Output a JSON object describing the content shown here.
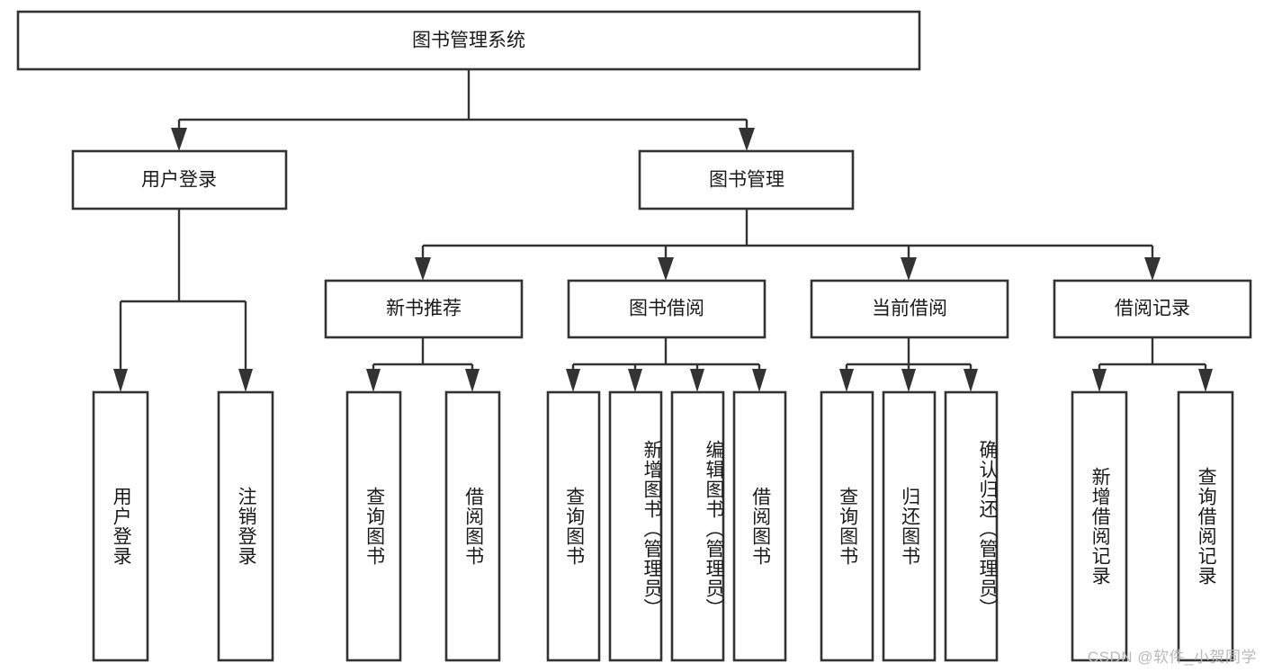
{
  "diagram": {
    "type": "tree-hierarchy",
    "title": "图书管理系统",
    "watermark": "CSDN @软件_小贺同学",
    "colors": {
      "box_stroke": "#333333",
      "box_fill": "#ffffff",
      "text": "#1a1a1a",
      "connector": "#333333",
      "watermark": "#b9b9b9",
      "background": "#ffffff"
    },
    "levels": {
      "level1": [
        {
          "id": "root",
          "label": "图书管理系统",
          "orientation": "horizontal"
        }
      ],
      "level2": [
        {
          "id": "user-login",
          "label": "用户登录",
          "orientation": "horizontal"
        },
        {
          "id": "book-manage",
          "label": "图书管理",
          "orientation": "horizontal"
        }
      ],
      "level3": [
        {
          "id": "new-book-rec",
          "label": "新书推荐",
          "orientation": "horizontal"
        },
        {
          "id": "book-borrow",
          "label": "图书借阅",
          "orientation": "horizontal"
        },
        {
          "id": "current-borrow",
          "label": "当前借阅",
          "orientation": "horizontal"
        },
        {
          "id": "borrow-record",
          "label": "借阅记录",
          "orientation": "horizontal"
        }
      ],
      "level4": [
        {
          "id": "leaf-user-login",
          "label": "用户登录",
          "orientation": "vertical",
          "parent": "user-login"
        },
        {
          "id": "leaf-logout-login",
          "label": "注销登录",
          "orientation": "vertical",
          "parent": "user-login"
        },
        {
          "id": "leaf-query-book-1",
          "label": "查询图书",
          "orientation": "vertical",
          "parent": "new-book-rec"
        },
        {
          "id": "leaf-borrow-book-1",
          "label": "借阅图书",
          "orientation": "vertical",
          "parent": "new-book-rec"
        },
        {
          "id": "leaf-query-book-2",
          "label": "查询图书",
          "orientation": "vertical",
          "parent": "book-borrow"
        },
        {
          "id": "leaf-add-book",
          "label": "新增图书（管理员）",
          "orientation": "vertical",
          "parent": "book-borrow"
        },
        {
          "id": "leaf-edit-book",
          "label": "编辑图书（管理员）",
          "orientation": "vertical",
          "parent": "book-borrow"
        },
        {
          "id": "leaf-borrow-book-2",
          "label": "借阅图书",
          "orientation": "vertical",
          "parent": "book-borrow"
        },
        {
          "id": "leaf-query-book-3",
          "label": "查询图书",
          "orientation": "vertical",
          "parent": "current-borrow"
        },
        {
          "id": "leaf-return-book",
          "label": "归还图书",
          "orientation": "vertical",
          "parent": "current-borrow"
        },
        {
          "id": "leaf-confirm-return",
          "label": "确认归还（管理员）",
          "orientation": "vertical",
          "parent": "current-borrow"
        },
        {
          "id": "leaf-add-record",
          "label": "新增借阅记录",
          "orientation": "vertical",
          "parent": "borrow-record"
        },
        {
          "id": "leaf-query-record",
          "label": "查询借阅记录",
          "orientation": "vertical",
          "parent": "borrow-record"
        }
      ]
    },
    "edges": [
      {
        "from": "root",
        "to": "user-login"
      },
      {
        "from": "root",
        "to": "book-manage"
      },
      {
        "from": "book-manage",
        "to": "new-book-rec"
      },
      {
        "from": "book-manage",
        "to": "book-borrow"
      },
      {
        "from": "book-manage",
        "to": "current-borrow"
      },
      {
        "from": "book-manage",
        "to": "borrow-record"
      },
      {
        "from": "user-login",
        "to": "leaf-user-login"
      },
      {
        "from": "user-login",
        "to": "leaf-logout-login"
      },
      {
        "from": "new-book-rec",
        "to": "leaf-query-book-1"
      },
      {
        "from": "new-book-rec",
        "to": "leaf-borrow-book-1"
      },
      {
        "from": "book-borrow",
        "to": "leaf-query-book-2"
      },
      {
        "from": "book-borrow",
        "to": "leaf-add-book"
      },
      {
        "from": "book-borrow",
        "to": "leaf-edit-book"
      },
      {
        "from": "book-borrow",
        "to": "leaf-borrow-book-2"
      },
      {
        "from": "current-borrow",
        "to": "leaf-query-book-3"
      },
      {
        "from": "current-borrow",
        "to": "leaf-return-book"
      },
      {
        "from": "current-borrow",
        "to": "leaf-confirm-return"
      },
      {
        "from": "borrow-record",
        "to": "leaf-add-record"
      },
      {
        "from": "borrow-record",
        "to": "leaf-query-record"
      }
    ]
  }
}
